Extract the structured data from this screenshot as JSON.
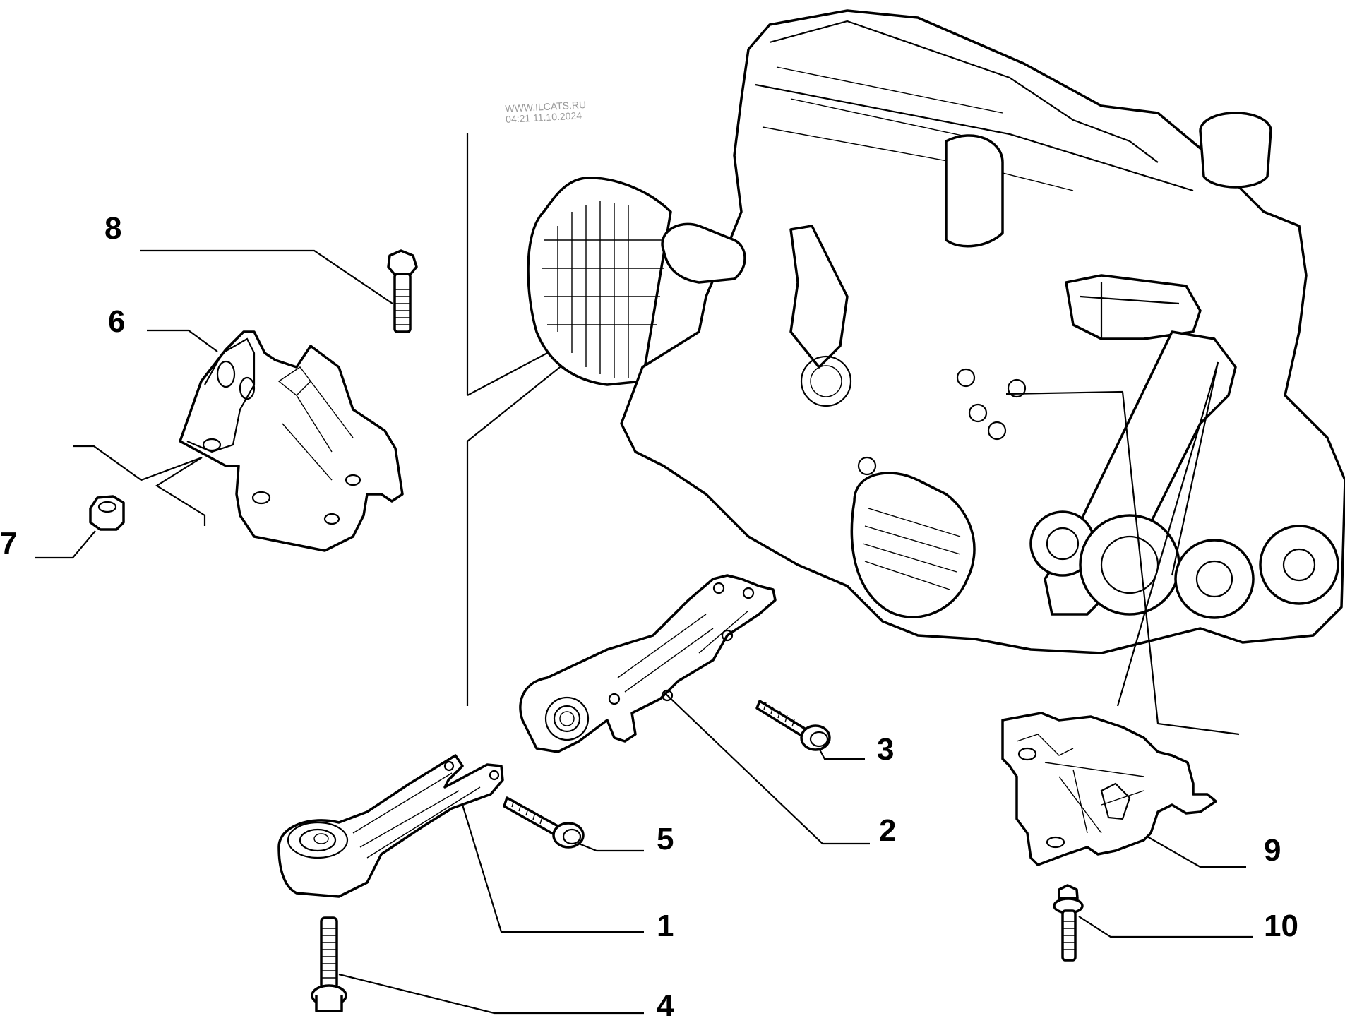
{
  "diagram": {
    "type": "exploded-parts-diagram",
    "subject": "engine mounts",
    "watermark": {
      "site": "WWW.ILCATS.RU",
      "timestamp": "04:21 11.10.2024"
    },
    "callouts": [
      {
        "id": "1",
        "label": "1",
        "part": "rear torque rod mount"
      },
      {
        "id": "2",
        "label": "2",
        "part": "engine bracket"
      },
      {
        "id": "3",
        "label": "3",
        "part": "flange bolt"
      },
      {
        "id": "4",
        "label": "4",
        "part": "flange bolt"
      },
      {
        "id": "5",
        "label": "5",
        "part": "flange bolt"
      },
      {
        "id": "6",
        "label": "6",
        "part": "gearbox-side mount"
      },
      {
        "id": "7",
        "label": "7",
        "part": "hex nut"
      },
      {
        "id": "8",
        "label": "8",
        "part": "hex bolt"
      },
      {
        "id": "9",
        "label": "9",
        "part": "engine-side mount"
      },
      {
        "id": "10",
        "label": "10",
        "part": "flange bolt"
      }
    ]
  }
}
